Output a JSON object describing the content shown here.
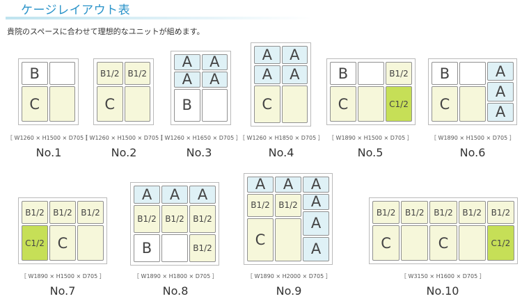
{
  "title": "ケージレイアウト表",
  "subtitle": "貴院のスペースに合わせて理想的なユニットが組めます。",
  "layouts": [
    {
      "label": "No.1",
      "dims": "［ W1260 × H1500 × D705 ］",
      "cells": [
        {
          "type": "B",
          "text": "B",
          "c": 0,
          "r": 0,
          "cs": 1,
          "rs": 2
        },
        {
          "type": "blankB",
          "text": "",
          "c": 1,
          "r": 0,
          "cs": 1,
          "rs": 2
        },
        {
          "type": "C",
          "text": "C",
          "c": 0,
          "r": 2,
          "cs": 1,
          "rs": 3
        },
        {
          "type": "blankC",
          "text": "",
          "c": 1,
          "r": 2,
          "cs": 1,
          "rs": 3
        }
      ]
    },
    {
      "label": "No.2",
      "dims": "［ W1260 × H1500 × D705 ］",
      "cells": [
        {
          "type": "B12",
          "text": "B1/2",
          "c": 0,
          "r": 0,
          "cs": 1,
          "rs": 2
        },
        {
          "type": "B12",
          "text": "B1/2",
          "c": 1,
          "r": 0,
          "cs": 1,
          "rs": 2
        },
        {
          "type": "C",
          "text": "C",
          "c": 0,
          "r": 2,
          "cs": 1,
          "rs": 3
        },
        {
          "type": "blankC",
          "text": "",
          "c": 1,
          "r": 2,
          "cs": 1,
          "rs": 3
        }
      ]
    },
    {
      "label": "No.3",
      "dims": "［ W1260 × H1650 × D705 ］",
      "cells": [
        {
          "type": "A",
          "text": "A",
          "c": 0,
          "r": 0,
          "cs": 1,
          "rs": 1
        },
        {
          "type": "A",
          "text": "A",
          "c": 1,
          "r": 0,
          "cs": 1,
          "rs": 1
        },
        {
          "type": "A",
          "text": "A",
          "c": 0,
          "r": 1,
          "cs": 1,
          "rs": 1
        },
        {
          "type": "A",
          "text": "A",
          "c": 1,
          "r": 1,
          "cs": 1,
          "rs": 1
        },
        {
          "type": "B",
          "text": "B",
          "c": 0,
          "r": 2,
          "cs": 1,
          "rs": 2
        },
        {
          "type": "blankB",
          "text": "",
          "c": 1,
          "r": 2,
          "cs": 1,
          "rs": 2
        }
      ]
    },
    {
      "label": "No.4",
      "dims": "［ W1260 × H1850 × D705 ］",
      "cells": [
        {
          "type": "A",
          "text": "A",
          "c": 0,
          "r": 0,
          "cs": 1,
          "rs": 1
        },
        {
          "type": "A",
          "text": "A",
          "c": 1,
          "r": 0,
          "cs": 1,
          "rs": 1
        },
        {
          "type": "A",
          "text": "A",
          "c": 0,
          "r": 1,
          "cs": 1,
          "rs": 1
        },
        {
          "type": "A",
          "text": "A",
          "c": 1,
          "r": 1,
          "cs": 1,
          "rs": 1
        },
        {
          "type": "C",
          "text": "C",
          "c": 0,
          "r": 2,
          "cs": 1,
          "rs": 2
        },
        {
          "type": "blankC",
          "text": "",
          "c": 1,
          "r": 2,
          "cs": 1,
          "rs": 2
        }
      ]
    },
    {
      "label": "No.5",
      "dims": "［ W1890 × H1500 × D705 ］",
      "cells": [
        {
          "type": "B",
          "text": "B",
          "c": 0,
          "r": 0,
          "cs": 1,
          "rs": 2
        },
        {
          "type": "blankB",
          "text": "",
          "c": 1,
          "r": 0,
          "cs": 1,
          "rs": 2
        },
        {
          "type": "B12",
          "text": "B1/2",
          "c": 2,
          "r": 0,
          "cs": 1,
          "rs": 2
        },
        {
          "type": "C",
          "text": "C",
          "c": 0,
          "r": 2,
          "cs": 1,
          "rs": 3
        },
        {
          "type": "blankC",
          "text": "",
          "c": 1,
          "r": 2,
          "cs": 1,
          "rs": 3
        },
        {
          "type": "C12",
          "text": "C1/2",
          "c": 2,
          "r": 2,
          "cs": 1,
          "rs": 3
        }
      ]
    },
    {
      "label": "No.6",
      "dims": "［ W1890 × H1500 × D705 ］",
      "cells": [
        {
          "type": "B",
          "text": "B",
          "c": 0,
          "r": 0,
          "cs": 1,
          "rs": 2
        },
        {
          "type": "blankB",
          "text": "",
          "c": 1,
          "r": 0,
          "cs": 1,
          "rs": 2
        },
        {
          "type": "C",
          "text": "C",
          "c": 0,
          "r": 2,
          "cs": 1,
          "rs": 3
        },
        {
          "type": "blankC",
          "text": "",
          "c": 1,
          "r": 2,
          "cs": 1,
          "rs": 3
        },
        {
          "type": "A",
          "text": "A",
          "c": 2,
          "r": 0,
          "cs": 1,
          "rs": 1.67
        },
        {
          "type": "A",
          "text": "A",
          "c": 2,
          "r": 1.67,
          "cs": 1,
          "rs": 1.67
        },
        {
          "type": "A",
          "text": "A",
          "c": 2,
          "r": 3.33,
          "cs": 1,
          "rs": 1.67
        }
      ]
    },
    {
      "label": "No.7",
      "dims": "［ W1890 × H1500 × D705 ］",
      "cells": [
        {
          "type": "B12",
          "text": "B1/2",
          "c": 0,
          "r": 0,
          "cs": 1,
          "rs": 2
        },
        {
          "type": "B12",
          "text": "B1/2",
          "c": 1,
          "r": 0,
          "cs": 1,
          "rs": 2
        },
        {
          "type": "B12",
          "text": "B1/2",
          "c": 2,
          "r": 0,
          "cs": 1,
          "rs": 2
        },
        {
          "type": "C12",
          "text": "C1/2",
          "c": 0,
          "r": 2,
          "cs": 1,
          "rs": 3
        },
        {
          "type": "C",
          "text": "C",
          "c": 1,
          "r": 2,
          "cs": 1,
          "rs": 3
        },
        {
          "type": "blankC",
          "text": "",
          "c": 2,
          "r": 2,
          "cs": 1,
          "rs": 3
        }
      ]
    },
    {
      "label": "No.8",
      "dims": "［ W1890 × H1800 × D705 ］",
      "cells": [
        {
          "type": "A",
          "text": "A",
          "c": 0,
          "r": 0,
          "cs": 1,
          "rs": 1
        },
        {
          "type": "A",
          "text": "A",
          "c": 1,
          "r": 0,
          "cs": 1,
          "rs": 1
        },
        {
          "type": "A",
          "text": "A",
          "c": 2,
          "r": 0,
          "cs": 1,
          "rs": 1
        },
        {
          "type": "B12",
          "text": "B1/2",
          "c": 0,
          "r": 1,
          "cs": 1,
          "rs": 1.5
        },
        {
          "type": "B12",
          "text": "B1/2",
          "c": 1,
          "r": 1,
          "cs": 1,
          "rs": 1.5
        },
        {
          "type": "B12",
          "text": "B1/2",
          "c": 2,
          "r": 1,
          "cs": 1,
          "rs": 1.5
        },
        {
          "type": "B",
          "text": "B",
          "c": 0,
          "r": 2.5,
          "cs": 1,
          "rs": 1.5
        },
        {
          "type": "blankB",
          "text": "",
          "c": 1,
          "r": 2.5,
          "cs": 1,
          "rs": 1.5
        },
        {
          "type": "B12",
          "text": "B1/2",
          "c": 2,
          "r": 2.5,
          "cs": 1,
          "rs": 1.5
        }
      ]
    },
    {
      "label": "No.9",
      "dims": "［ W1890 × H2000 × D705 ］",
      "cells": [
        {
          "type": "A",
          "text": "A",
          "c": 0,
          "r": 0,
          "cs": 1,
          "rs": 1
        },
        {
          "type": "A",
          "text": "A",
          "c": 1,
          "r": 0,
          "cs": 1,
          "rs": 1
        },
        {
          "type": "A",
          "text": "A",
          "c": 2,
          "r": 0,
          "cs": 1,
          "rs": 1
        },
        {
          "type": "B12",
          "text": "B1/2",
          "c": 0,
          "r": 1,
          "cs": 1,
          "rs": 1.4
        },
        {
          "type": "B12",
          "text": "B1/2",
          "c": 1,
          "r": 1,
          "cs": 1,
          "rs": 1.4
        },
        {
          "type": "A",
          "text": "A",
          "c": 2,
          "r": 1,
          "cs": 1,
          "rs": 1
        },
        {
          "type": "C",
          "text": "C",
          "c": 0,
          "r": 2.4,
          "cs": 1,
          "rs": 2.6
        },
        {
          "type": "blankC",
          "text": "",
          "c": 1,
          "r": 2.4,
          "cs": 1,
          "rs": 2.6
        },
        {
          "type": "A",
          "text": "A",
          "c": 2,
          "r": 2,
          "cs": 1,
          "rs": 1.5
        },
        {
          "type": "A",
          "text": "A",
          "c": 2,
          "r": 3.5,
          "cs": 1,
          "rs": 1.5
        }
      ]
    },
    {
      "label": "No.10",
      "dims": "［ W3150 × H1600 × D705 ］",
      "cells": [
        {
          "type": "B12",
          "text": "B1/2",
          "c": 0,
          "r": 0,
          "cs": 1,
          "rs": 2
        },
        {
          "type": "B12",
          "text": "B1/2",
          "c": 1,
          "r": 0,
          "cs": 1,
          "rs": 2
        },
        {
          "type": "B12",
          "text": "B1/2",
          "c": 2,
          "r": 0,
          "cs": 1,
          "rs": 2
        },
        {
          "type": "B12",
          "text": "B1/2",
          "c": 3,
          "r": 0,
          "cs": 1,
          "rs": 2
        },
        {
          "type": "B12",
          "text": "B1/2",
          "c": 4,
          "r": 0,
          "cs": 1,
          "rs": 2
        },
        {
          "type": "C",
          "text": "C",
          "c": 0,
          "r": 2,
          "cs": 1,
          "rs": 3
        },
        {
          "type": "blankC",
          "text": "",
          "c": 1,
          "r": 2,
          "cs": 1,
          "rs": 3
        },
        {
          "type": "C",
          "text": "C",
          "c": 2,
          "r": 2,
          "cs": 1,
          "rs": 3
        },
        {
          "type": "blankC",
          "text": "",
          "c": 3,
          "r": 2,
          "cs": 1,
          "rs": 3
        },
        {
          "type": "C12",
          "text": "C1/2",
          "c": 4,
          "r": 2,
          "cs": 1,
          "rs": 3
        }
      ]
    }
  ]
}
